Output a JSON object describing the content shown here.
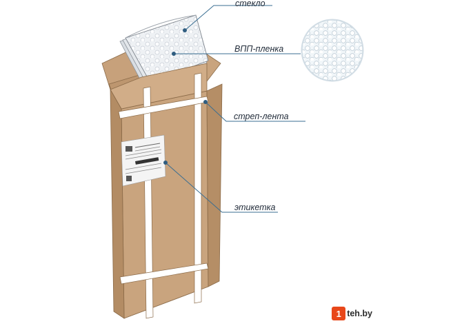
{
  "callouts": [
    {
      "id": "glass",
      "label": "стекло"
    },
    {
      "id": "bubble_film",
      "label": "ВПП-пленка"
    },
    {
      "id": "strap_tape",
      "label": "стреп-лента"
    },
    {
      "id": "label",
      "label": "этикетка"
    }
  ],
  "watermark": {
    "badge": "1",
    "text": "teh.by"
  },
  "colors": {
    "cardboard": "#c9a47e",
    "cardboard_dark": "#b58e66",
    "callout_line": "#3a6e92",
    "callout_dot": "#2f5d80",
    "brand": "#e8471a"
  }
}
